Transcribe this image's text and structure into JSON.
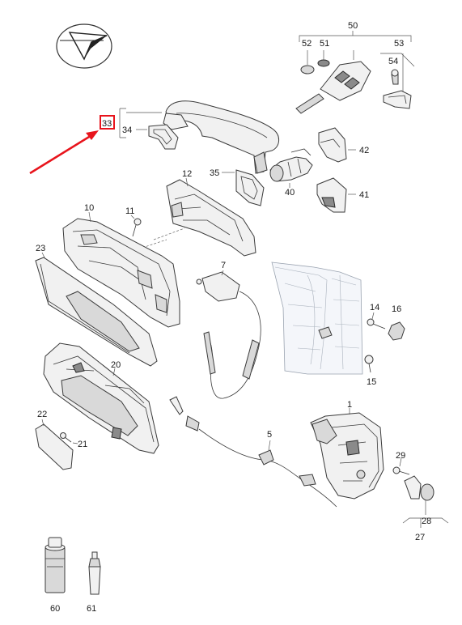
{
  "diagram": {
    "labels": {
      "p1": "1",
      "p5": "5",
      "p7": "7",
      "p10": "10",
      "p11": "11",
      "p12": "12",
      "p14": "14",
      "p15": "15",
      "p16": "16",
      "p20": "20",
      "p21": "21",
      "p22": "22",
      "p23": "23",
      "p27": "27",
      "p28": "28",
      "p29": "29",
      "p33": "33",
      "p34": "34",
      "p35": "35",
      "p40": "40",
      "p41": "41",
      "p42": "42",
      "p50": "50",
      "p51": "51",
      "p52": "52",
      "p53": "53",
      "p54": "54",
      "p60": "60",
      "p61": "61"
    },
    "highlight_color": "#e8141c",
    "line_color": "#3a3a3a",
    "logo_icon": "compass-arrow-icon"
  }
}
